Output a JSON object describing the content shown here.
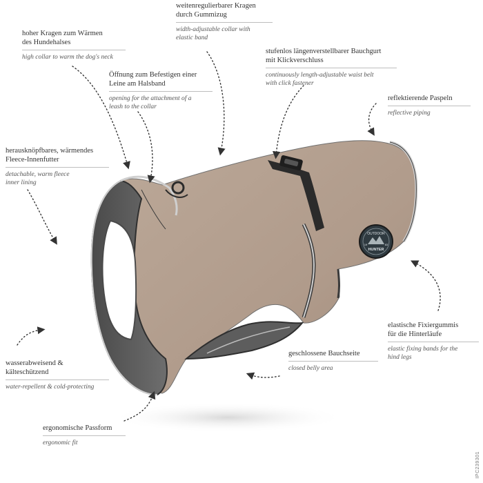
{
  "callouts": [
    {
      "id": "high-collar",
      "de": "hoher Kragen zum Wärmen\ndes Hundehalses",
      "en": "high collar to warm the dog's neck"
    },
    {
      "id": "width-collar",
      "de": "weitenregulierbarer Kragen\ndurch Gummizug",
      "en": "width-adjustable collar with\nelastic band"
    },
    {
      "id": "leash-opening",
      "de": "Öffnung zum Befestigen einer\nLeine am Halsband",
      "en": "opening for the attachment of a\nleash to the collar"
    },
    {
      "id": "waist-belt",
      "de": "stufenlos längenverstellbarer Bauchgurt\nmit Klickverschluss",
      "en": "continuously length-adjustable waist belt\nwith click fastener"
    },
    {
      "id": "reflective",
      "de": "reflektierende Paspeln",
      "en": "reflective piping"
    },
    {
      "id": "fleece",
      "de": "herausknöpfbares, wärmendes\nFleece-Innenfutter",
      "en": "detachable, warm fleece\ninner lining"
    },
    {
      "id": "fixing-bands",
      "de": "elastische Fixiergummis\nfür die Hinterläufe",
      "en": "elastic fixing bands for the\nhind legs"
    },
    {
      "id": "belly",
      "de": "geschlossene Bauchseite",
      "en": "closed belly area"
    },
    {
      "id": "water",
      "de": "wasserabweisend &\nkälteschützend",
      "en": "water-repellent & cold-protecting"
    },
    {
      "id": "fit",
      "de": "ergonomische Passform",
      "en": "ergonomic fit"
    }
  ],
  "badge": {
    "top": "OUTDOOR",
    "bottom": "HUNTER",
    "left": "19",
    "right": "83"
  },
  "product_code": "IPC239301",
  "colors": {
    "coat": "#b29e8f",
    "coat_dark": "#9c8879",
    "lining": "#5b5b5b",
    "piping": "#c9c9c9",
    "strap": "#2b2b2b"
  }
}
